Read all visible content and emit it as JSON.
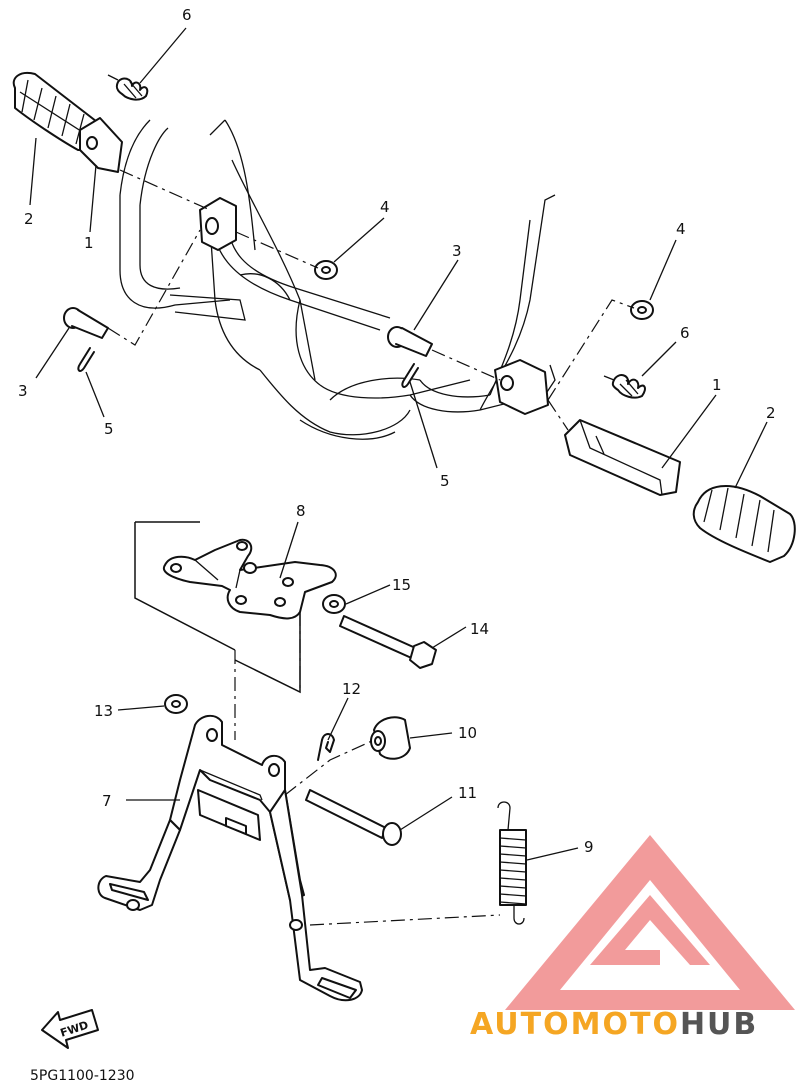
{
  "diagram_code": "5PG1100-1230",
  "fwd_label": "FWD",
  "watermark": {
    "text_auto": "AUTO",
    "text_moto": "MOTO",
    "text_hub": "HUB",
    "color_auto": "#f5a623",
    "color_moto": "#f5a623",
    "color_hub": "#555555",
    "logo_color": "#f08a8a"
  },
  "callouts": {
    "n1": "1",
    "n2": "2",
    "n3": "3",
    "n4": "4",
    "n5": "5",
    "n6": "6",
    "n7": "7",
    "n8": "8",
    "n9": "9",
    "n10": "10",
    "n11": "11",
    "n12": "12",
    "n13": "13",
    "n14": "14",
    "n15": "15"
  }
}
